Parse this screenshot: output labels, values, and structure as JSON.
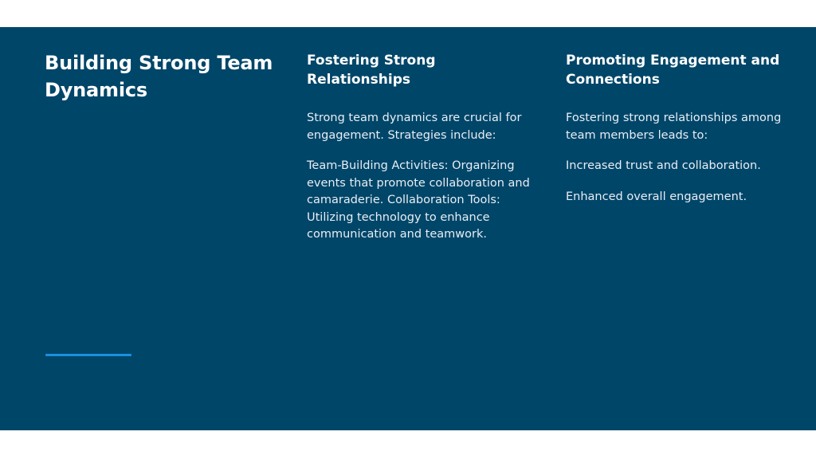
{
  "slide": {
    "title": "Building Strong Team Dynamics",
    "columns": [
      {
        "heading": "Fostering Strong Relationships",
        "paragraphs": [
          "Strong team dynamics are crucial for engagement. Strategies include:",
          "Team-Building Activities: Organizing events that promote collaboration and camaraderie. Collaboration Tools: Utilizing technology to enhance communication and teamwork."
        ]
      },
      {
        "heading": "Promoting Engagement and Connections",
        "paragraphs": [
          "Fostering strong relationships among team members leads to:",
          "Increased trust and collaboration.",
          "Enhanced overall engagement."
        ]
      }
    ],
    "colors": {
      "background": "#004669",
      "accent": "#1a8fe3",
      "text": "#ffffff"
    }
  }
}
